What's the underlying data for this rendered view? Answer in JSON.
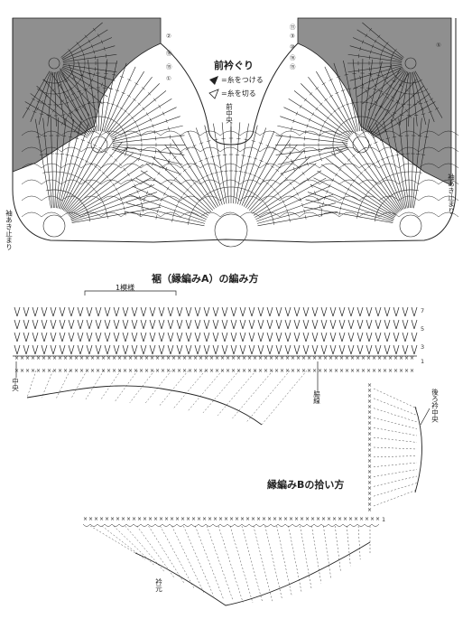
{
  "neckline": {
    "title": "前衿ぐり",
    "legend_attach": "=糸をつける",
    "legend_cut": "=糸を切る",
    "front_center": "前中央",
    "sleeve_stop_left": "袖あき止まり",
    "sleeve_stop_right": "袖あき止まり",
    "row_numbers_left": [
      "②",
      "⑯",
      "⑮",
      "①"
    ],
    "row_numbers_right": [
      "⑪",
      "③",
      "⑩",
      "⑯",
      "⑮",
      "⑤"
    ]
  },
  "hem": {
    "title": "裾（縁編みA）の編み方",
    "repeat_label": "1模様",
    "center_label": "中央",
    "side_label": "脇線",
    "row_numbers": [
      "7",
      "5",
      "3",
      "1"
    ]
  },
  "edge_b": {
    "title": "縁編みBの拾い方",
    "back_center": "後ろ衿中央",
    "hem_center": "衿元",
    "row_number": "1"
  },
  "colors": {
    "ink": "#222222",
    "shade": "#8f8f8f",
    "paper": "#ffffff"
  }
}
